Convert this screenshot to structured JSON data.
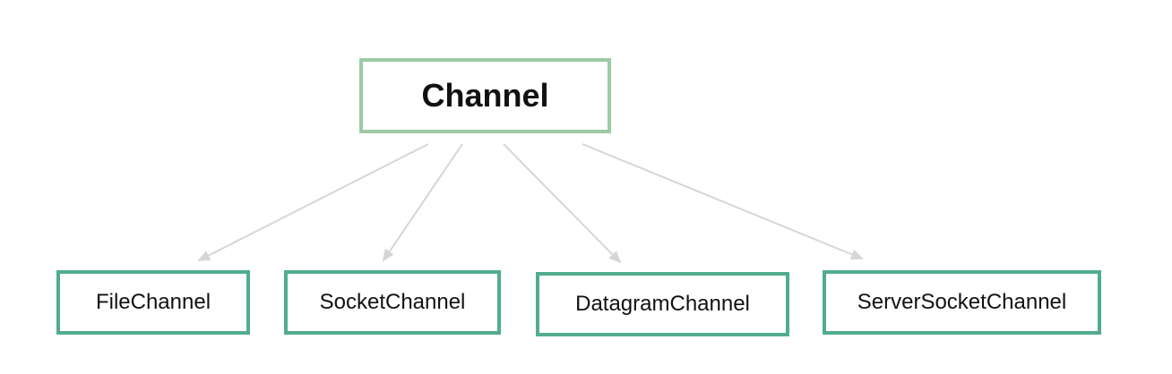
{
  "diagram": {
    "root": {
      "label": "Channel"
    },
    "children": [
      {
        "id": "file",
        "label": "FileChannel"
      },
      {
        "id": "socket",
        "label": "SocketChannel"
      },
      {
        "id": "datagram",
        "label": "DatagramChannel"
      },
      {
        "id": "server",
        "label": "ServerSocketChannel"
      }
    ],
    "colors": {
      "root_border": "#9ccba3",
      "child_border": "#52ad8b",
      "arrow": "#d6d6d6",
      "text": "#111111"
    }
  }
}
